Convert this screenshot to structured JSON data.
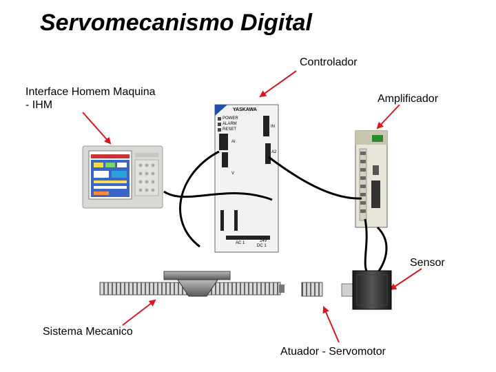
{
  "title": "Servomecanismo Digital",
  "labels": {
    "controlador": "Controlador",
    "ihm_line1": "Interface Homem Maquina",
    "ihm_line2": "- IHM",
    "amplificador": "Amplificador",
    "sensor": "Sensor",
    "sistema_mecanico": "Sistema Mecanico",
    "atuador": "Atuador - Servomotor"
  },
  "controller_panel": {
    "brand": "YASKAWA",
    "led_power": "POWER",
    "led_alarm": "ALARM",
    "led_reset": "RESET",
    "port_in": "IN",
    "port_ai": "AI",
    "port_a2": "A2",
    "port_v": "V",
    "bottom_left": "AC 1",
    "bottom_right": "24V",
    "bottom_right2": "DC 1"
  },
  "colors": {
    "arrow": "#e0141c",
    "cable": "#000000",
    "panel": "#eeeeee",
    "hmi_screen": "#3a66c8",
    "amplifier_green": "#2c8a2c"
  }
}
